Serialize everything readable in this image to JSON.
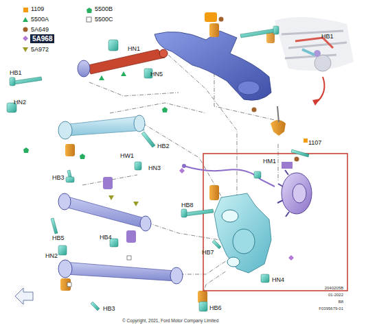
{
  "diagram": {
    "labels": [
      "HN1",
      "HB1",
      "HN5",
      "HB1",
      "HN2",
      "HB2",
      "HB3",
      "HW1",
      "HN3",
      "HM1",
      "1107",
      "HB8",
      "HB5",
      "HB4",
      "HN2",
      "HB7",
      "HN4",
      "HB3",
      "HB6",
      "2040205B",
      "01-2022",
      "B8",
      "F0395679-01",
      "© Copyright, 2021, Ford Motor Company Limited"
    ],
    "legend": [
      {
        "text": "1109"
      },
      {
        "text": "5500B"
      },
      {
        "text": "5500A"
      },
      {
        "text": "5500C"
      },
      {
        "text": "5A649"
      },
      {
        "text": "5A968"
      },
      {
        "text": "5A972"
      }
    ]
  }
}
